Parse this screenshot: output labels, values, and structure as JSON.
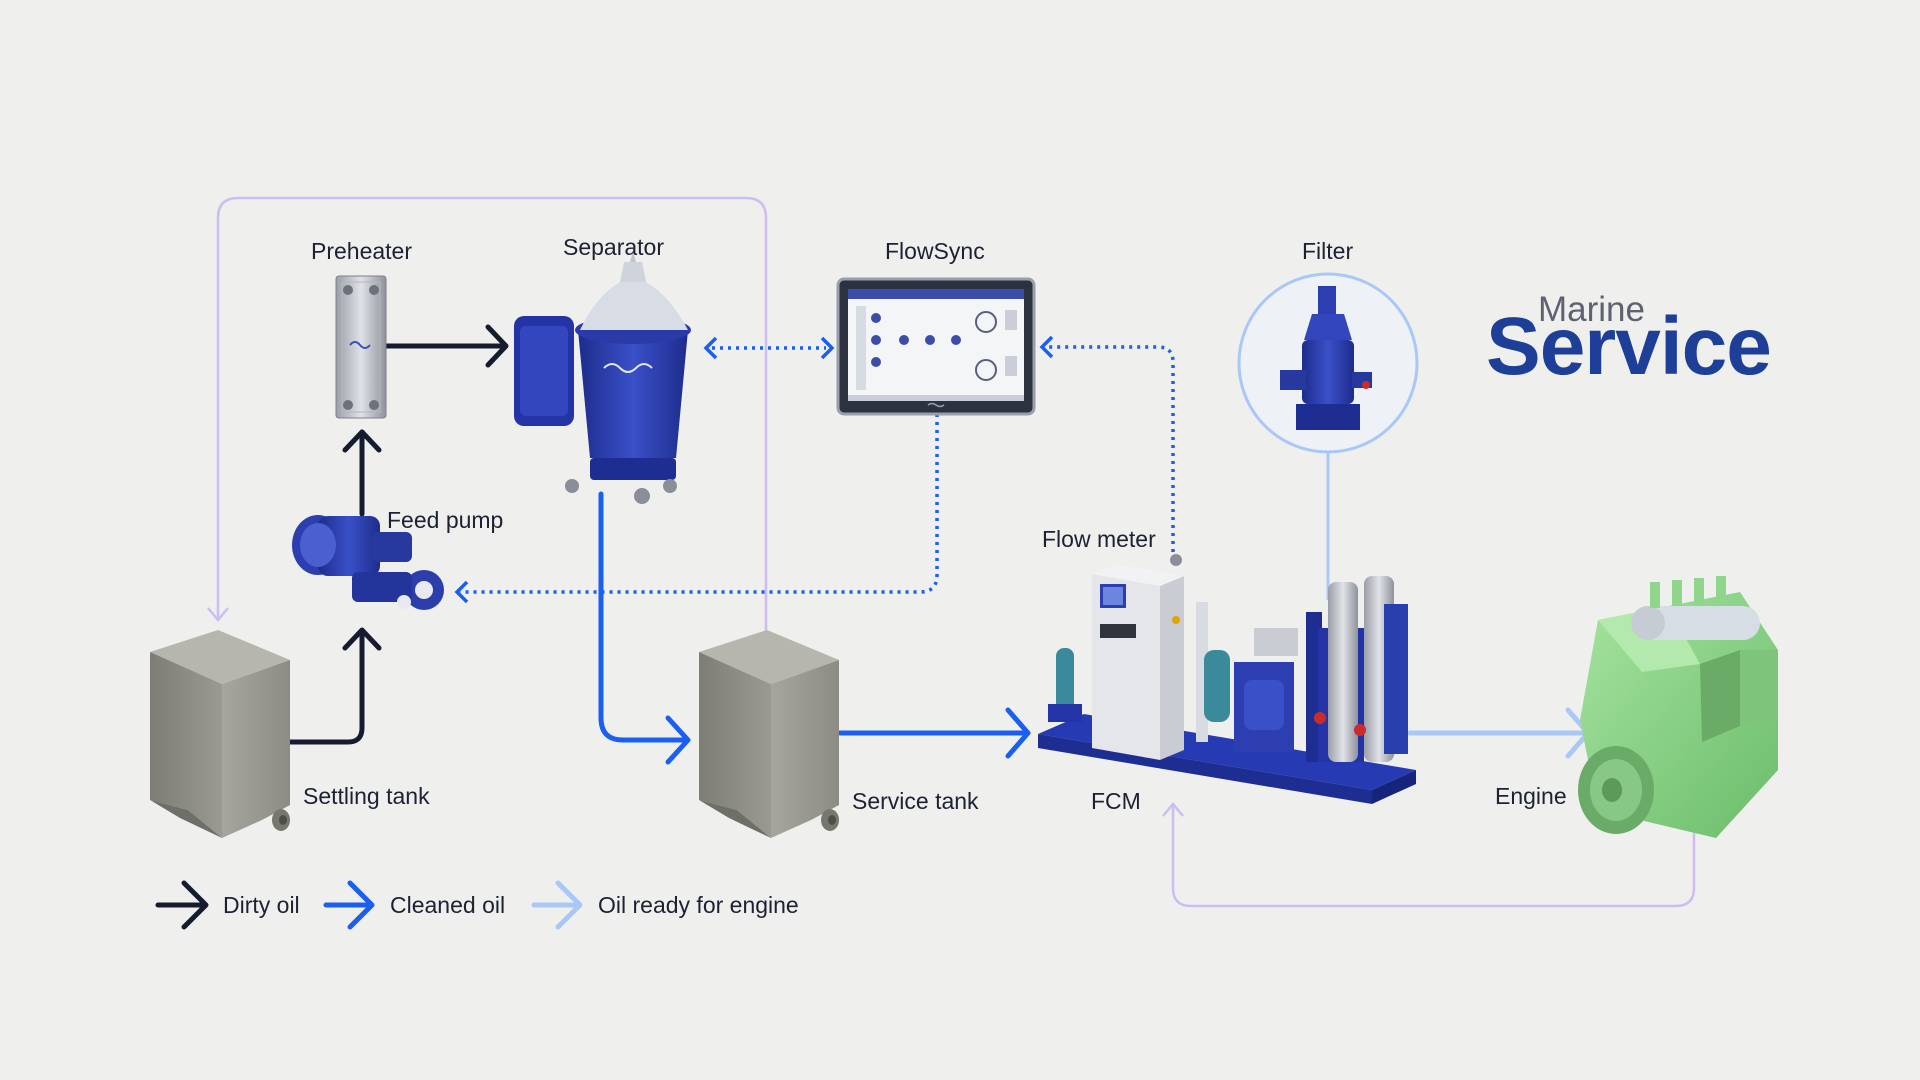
{
  "labels": {
    "preheater": "Preheater",
    "separator": "Separator",
    "flowsync": "FlowSync",
    "filter": "Filter",
    "feed_pump": "Feed pump",
    "flow_meter": "Flow meter",
    "settling_tank": "Settling tank",
    "service_tank": "Service tank",
    "fcm": "FCM",
    "engine": "Engine"
  },
  "brand": {
    "small": "Marine",
    "big": "Service"
  },
  "legend": [
    {
      "label": "Dirty oil",
      "color": "#151c30"
    },
    {
      "label": "Cleaned oil",
      "color": "#1a5ff0"
    },
    {
      "label": "Oil ready for engine",
      "color": "#a9c8f7"
    }
  ],
  "colors": {
    "background": "#efefed",
    "dirty_oil": "#151c30",
    "cleaned_oil": "#1a5ff0",
    "ready_oil": "#a9c8f7",
    "return_line": "#cdbdf2",
    "control_line": "#1a5ff0",
    "equipment_blue": "#2a3fae",
    "tank_grey": "#8a8a82",
    "engine_green": "#8fd68c",
    "brand_blue": "#1d3f97"
  }
}
